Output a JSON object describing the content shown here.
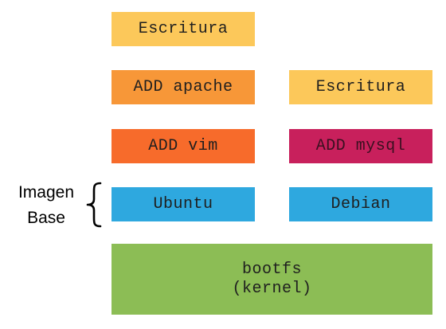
{
  "layers": {
    "escritura_left": "Escritura",
    "add_apache": "ADD apache",
    "escritura_right": "Escritura",
    "add_vim": "ADD vim",
    "add_mysql": "ADD mysql",
    "ubuntu": "Ubuntu",
    "debian": "Debian",
    "bootfs_line1": "bootfs",
    "bootfs_line2": "(kernel)"
  },
  "base_label": {
    "line1": "Imagen",
    "line2": "Base"
  },
  "colors": {
    "yellow": "#fcc85a",
    "orange": "#f79738",
    "red_orange": "#f76b2b",
    "magenta": "#c8205c",
    "blue": "#2ea8df",
    "green": "#8cbd55"
  }
}
